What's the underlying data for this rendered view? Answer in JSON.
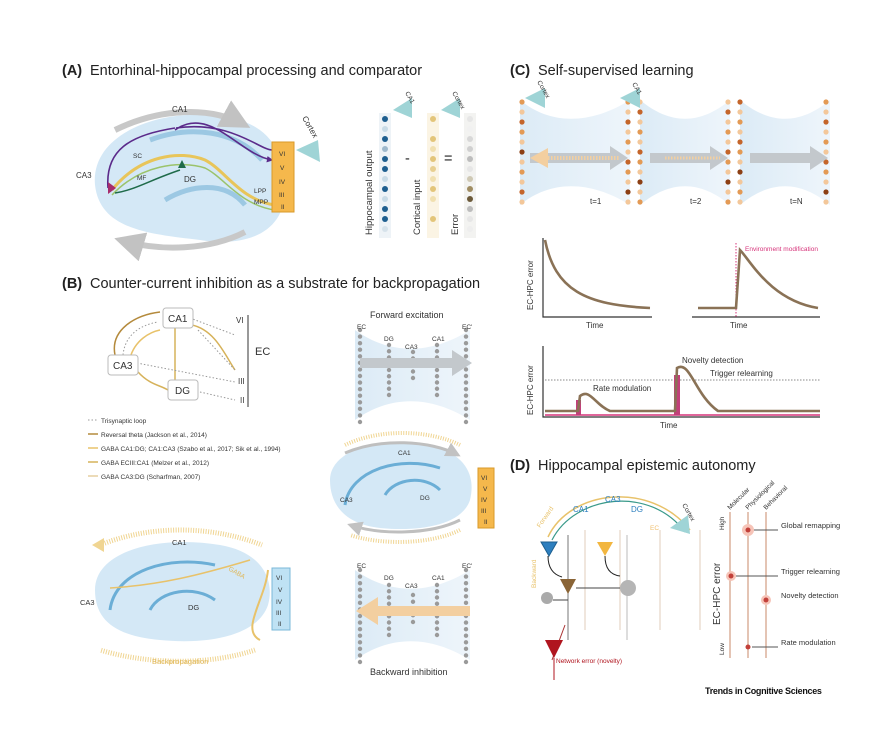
{
  "panel_a": {
    "letter": "(A)",
    "title": "Entorhinal-hippocampal processing and comparator",
    "regions": {
      "ca1": "CA1",
      "ca3": "CA3",
      "dg": "DG",
      "cortex": "Cortex"
    },
    "pathways": {
      "sc": "SC",
      "mf": "MF",
      "lpp": "LPP",
      "mpp": "MPP"
    },
    "layers": [
      "VI",
      "V",
      "IV",
      "III",
      "II"
    ],
    "comparator": {
      "col1": "Hippocampal output",
      "col2": "Cortical input",
      "col3": "Error",
      "minus": "-",
      "equals": "=",
      "tag1": "CA1",
      "tag2": "Cortex"
    }
  },
  "panel_b": {
    "letter": "(B)",
    "title": "Counter-current inhibition as a substrate for backpropagation",
    "nodes": {
      "ca1": "CA1",
      "ca3": "CA3",
      "dg": "DG",
      "ec": "EC"
    },
    "ec_layers": [
      "VI",
      "III",
      "II"
    ],
    "legend": [
      "Trisynaptic loop",
      "Reversal theta (Jackson et al., 2014)",
      "GABA CA1:DG; CA1:CA3 (Szabo et al., 2017; Sik et al., 1994)",
      "GABA ECIII:CA1 (Melzer et al., 2012)",
      "GABA CA3:DG (Scharfman, 2007)"
    ],
    "forward": {
      "title": "Forward excitation",
      "labels": [
        "EC",
        "DG",
        "CA3",
        "CA1",
        "EC'"
      ]
    },
    "backward": {
      "title": "Backward inhibition",
      "labels": [
        "EC",
        "DG",
        "CA3",
        "CA1",
        "EC'"
      ]
    },
    "middle": {
      "ca1": "CA1",
      "ca3": "CA3",
      "dg": "DG",
      "layers": [
        "VI",
        "V",
        "IV",
        "III",
        "II"
      ]
    },
    "bottom": {
      "ca1": "CA1",
      "ca3": "CA3",
      "dg": "DG",
      "gaba": "GABA",
      "backprop": "Backpropagation",
      "layers": [
        "VI",
        "V",
        "IV",
        "III",
        "II"
      ]
    }
  },
  "panel_c": {
    "letter": "(C)",
    "title": "Self-supervised learning",
    "tags": {
      "cortex": "Cortex",
      "ca1": "CA1"
    },
    "steps": [
      "t=1",
      "t=2",
      "t=N"
    ],
    "plot1": {
      "ylabel": "EC-HPC error",
      "xlabel": "Time"
    },
    "plot2": {
      "xlabel": "Time",
      "annotation": "Environment modification"
    },
    "plot3": {
      "ylabel": "EC-HPC error",
      "xlabel": "Time",
      "annotations": [
        "Rate modulation",
        "Novelty detection",
        "Trigger relearning"
      ]
    }
  },
  "panel_d": {
    "letter": "(D)",
    "title": "Hippocampal epistemic autonomy",
    "arc_labels": {
      "ca1": "CA1",
      "ca3": "CA3",
      "dg": "DG",
      "ec": "EC",
      "cortex": "Cortex",
      "forward": "Forward",
      "backward": "Backward"
    },
    "network_error": "Network error (novelty)",
    "scale": {
      "ylabel": "EC-HPC error",
      "high": "High",
      "low": "Low",
      "columns": [
        "Molecular",
        "Physiological",
        "Behavioral"
      ],
      "items": [
        "Global remapping",
        "Trigger relearning",
        "Novelty detection",
        "Rate modulation"
      ]
    }
  },
  "footer": {
    "journal": "Trends in Cognitive Sciences"
  },
  "colors": {
    "hpc": "#cfe6f5",
    "ec_box": "#f5b84c",
    "error_curve": "#8a7256",
    "pink": "#d6337a",
    "network_error": "#b0151f"
  }
}
